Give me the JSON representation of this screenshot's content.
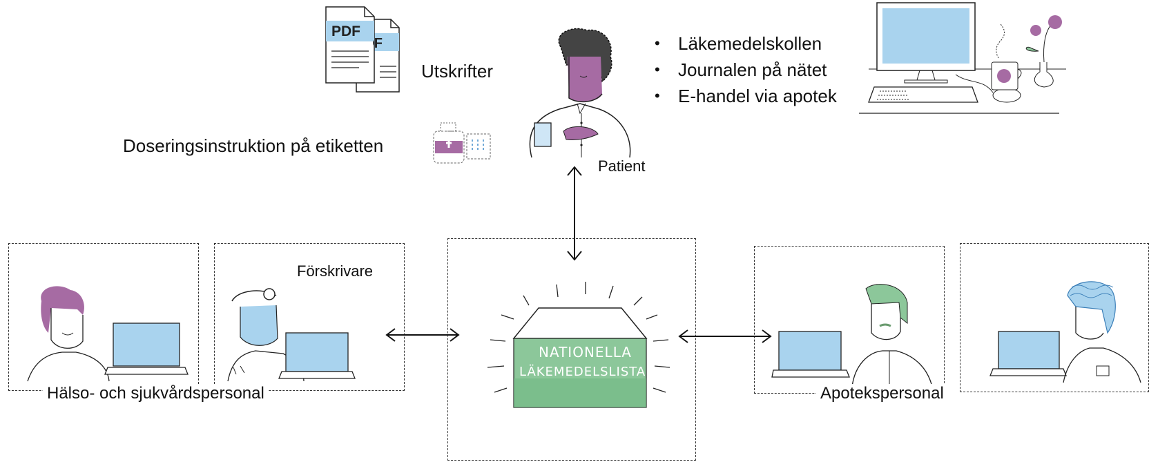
{
  "patient": {
    "label": "Patient"
  },
  "top_left": {
    "printouts_label": "Utskrifter",
    "pdf_badge": "PDF",
    "pdf_badge_back": "PDF",
    "dosage_label": "Doseringsinstruktion på etiketten"
  },
  "services": {
    "items": [
      "Läkemedelskollen",
      "Journalen på nätet",
      "E-handel via apotek"
    ]
  },
  "center": {
    "box_line1": "NATIONELLA",
    "box_line2": "LÄKEMEDELSLISTAN"
  },
  "left_group": {
    "prescriber_label": "Förskrivare",
    "caption": "Hälso- och sjukvårdspersonal"
  },
  "right_group": {
    "caption": "Apotekspersonal"
  },
  "colors": {
    "accent_purple": "#a66ba3",
    "screen_blue": "#a9d3ee",
    "box_green": "#8cc79a",
    "line": "#222222"
  }
}
